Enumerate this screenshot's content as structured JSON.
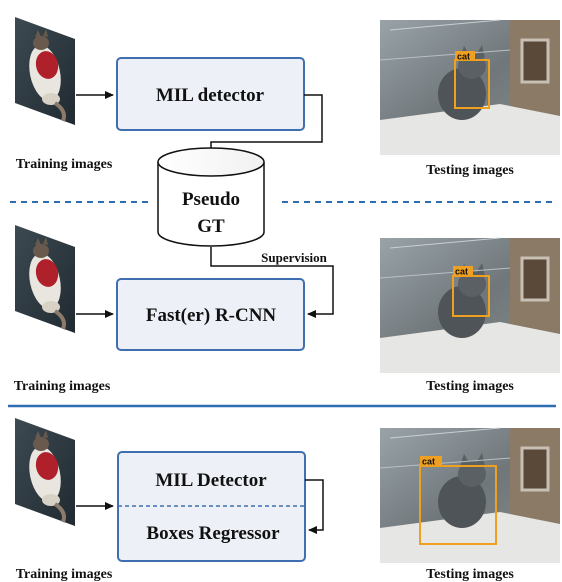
{
  "colors": {
    "box_fill": "#edf1f7",
    "box_stroke": "#3f6fb0",
    "divider_blue": "#2f6db3",
    "detection_orange": "#f0a020"
  },
  "sections": [
    {
      "training_label": "Training images",
      "testing_label": "Testing images",
      "box_label": "MIL detector",
      "detection_label": "cat"
    },
    {
      "training_label": "Training images",
      "testing_label": "Testing images",
      "box_label": "Fast(er) R-CNN",
      "edge_label": "Supervision",
      "detection_label": "cat"
    },
    {
      "training_label": "Training images",
      "testing_label": "Testing images",
      "box_top_label": "MIL Detector",
      "box_bottom_label": "Boxes Regressor",
      "detection_label": "cat"
    }
  ],
  "pseudo_gt": {
    "line1": "Pseudo",
    "line2": "GT"
  }
}
